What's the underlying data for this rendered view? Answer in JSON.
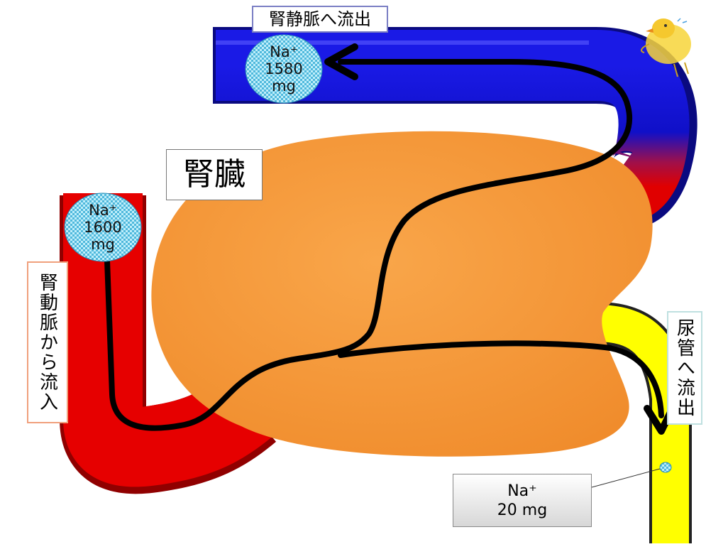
{
  "labels": {
    "kidney": "腎臓",
    "renal_vein_outflow": "腎静脈へ流出",
    "renal_artery_inflow": "腎動脈から流入",
    "ureter_outflow": "尿管へ流出"
  },
  "sodium": {
    "artery": {
      "ion": "Na⁺",
      "amount": "1600",
      "unit": "mg"
    },
    "vein": {
      "ion": "Na⁺",
      "amount": "1580",
      "unit": "mg"
    },
    "urine": {
      "ion": "Na⁺",
      "amount": "20 mg"
    }
  },
  "colors": {
    "artery": "#e60000",
    "vein": "#1a1adc",
    "ureter": "#ffff00",
    "kidney": "#f7993a",
    "path": "#000000",
    "na_bubble": "#7fd6ef"
  }
}
